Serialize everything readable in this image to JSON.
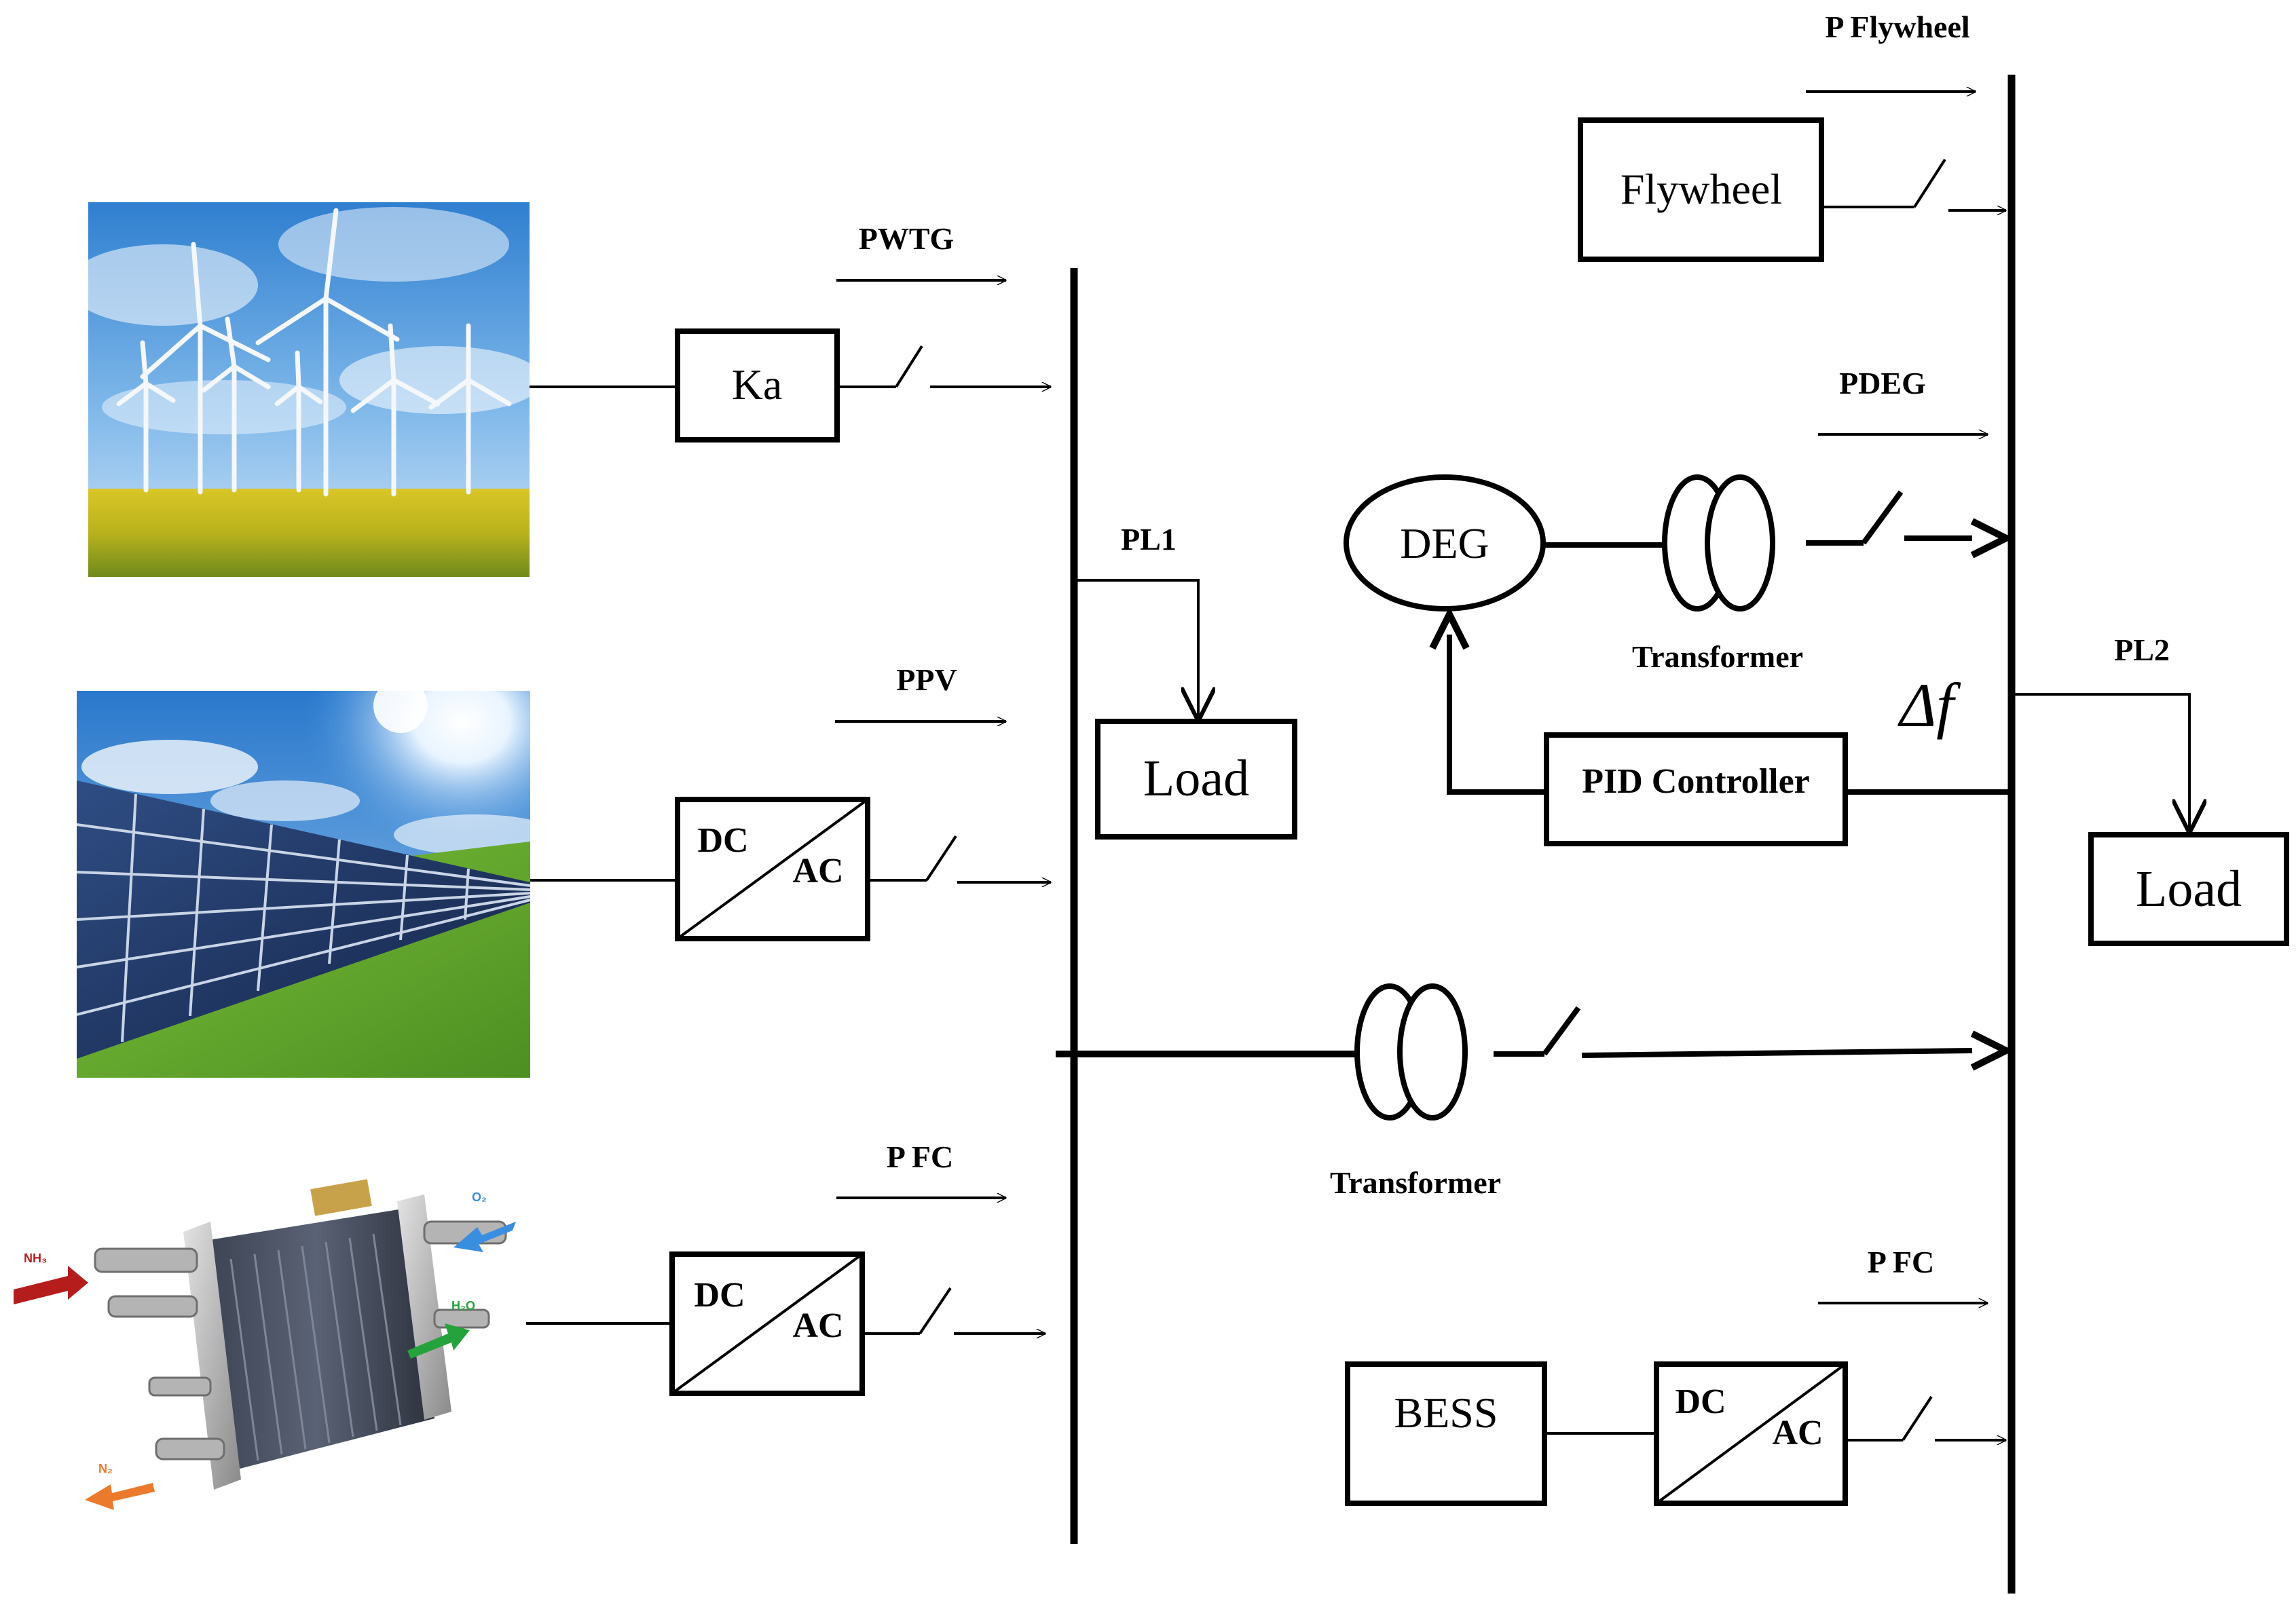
{
  "sources": {
    "wind_power": "PWTG",
    "pv_power": "PPV",
    "fc_power": "P FC"
  },
  "blocks": {
    "ka": "Ka",
    "converter_dc": "DC",
    "converter_ac": "AC",
    "load": "Load",
    "deg": "DEG",
    "flywheel": "Flywheel",
    "pid": "PID Controller",
    "bess": "BESS"
  },
  "labels": {
    "pl1": "PL1",
    "pl2": "PL2",
    "p_flywheel": "P Flywheel",
    "pdeg": "PDEG",
    "p_fc_bess": "P FC",
    "transformer": "Transformer",
    "delta_f": "Δf"
  },
  "fuel_cell_gases": {
    "nh3": "NH₃",
    "o2": "O₂",
    "h2o": "H₂O",
    "n2": "N₂"
  },
  "colors": {
    "line": "#000000",
    "nh3": "#b51d1d",
    "o2": "#3a8ee0",
    "h2o": "#25a23c",
    "n2": "#ec7a2c"
  }
}
